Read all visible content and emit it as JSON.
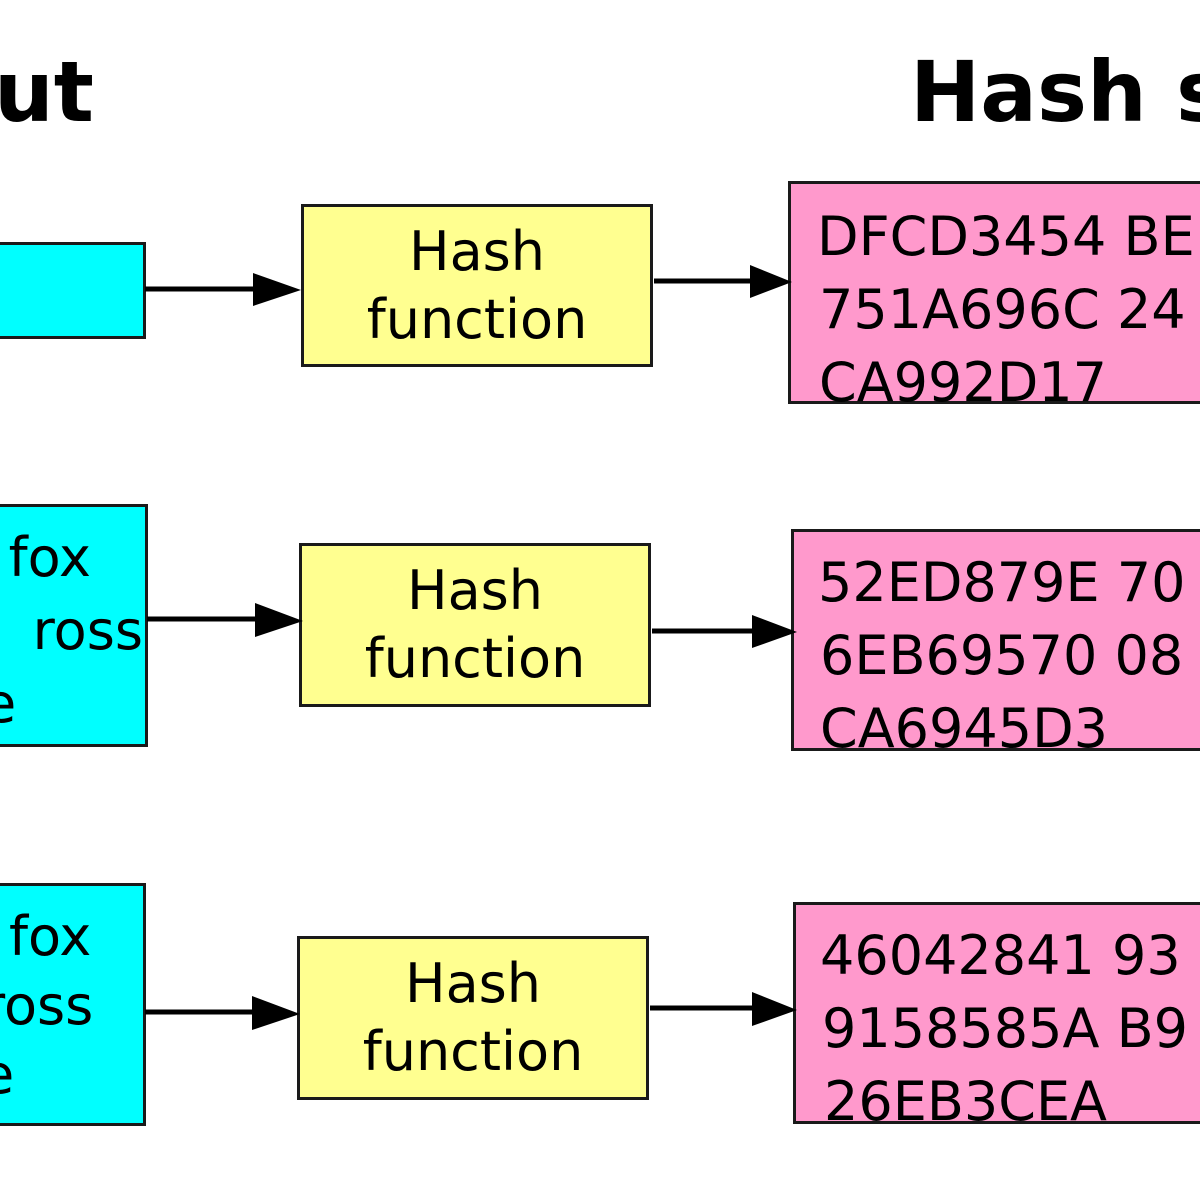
{
  "headings": {
    "input": "ut",
    "hash_sum": "Hash s"
  },
  "colors": {
    "input_fill": "#00ffff",
    "function_fill": "#ffff90",
    "output_fill": "#ff99cc",
    "stroke": "#000000"
  },
  "rows": [
    {
      "input_lines": [],
      "function_lines": [
        "Hash",
        "function"
      ],
      "output_lines": [
        "DFCD3454 BE",
        "751A696C 24",
        "CA992D17"
      ]
    },
    {
      "input_lines": [
        "fox",
        "ross",
        "e"
      ],
      "function_lines": [
        "Hash",
        "function"
      ],
      "output_lines": [
        "52ED879E 70",
        "6EB69570 08",
        "CA6945D3"
      ]
    },
    {
      "input_lines": [
        "fox",
        "ross",
        "e"
      ],
      "function_lines": [
        "Hash",
        "function"
      ],
      "output_lines": [
        "46042841 93",
        "9158585A B9",
        "26EB3CEA"
      ]
    }
  ]
}
